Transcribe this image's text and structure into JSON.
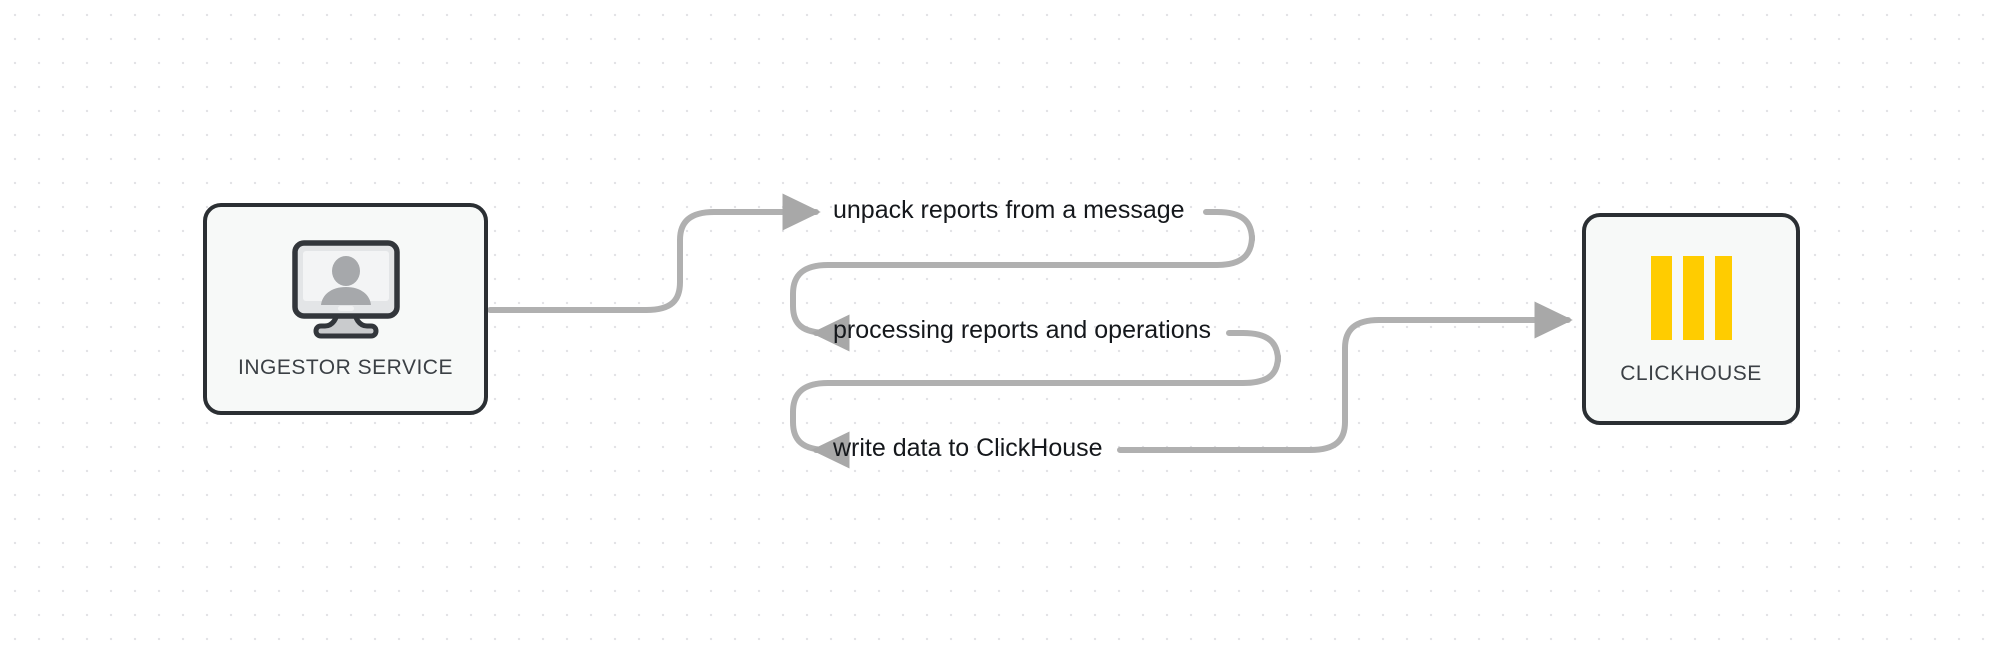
{
  "canvas": {
    "background_color": "#ffffff",
    "grid_dot_color": "#e3e3e6",
    "grid_spacing": "24"
  },
  "nodes": [
    {
      "id": "ingestor",
      "label": "INGESTOR SERVICE",
      "icon": "monitor-user-icon",
      "border_color": "#2b2f33",
      "fill_color": "#f7f9f8"
    },
    {
      "id": "clickhouse",
      "label": "CLICKHOUSE",
      "icon": "clickhouse-logo-icon",
      "accent_color": "#FFCC00",
      "border_color": "#2b2f33",
      "fill_color": "#f7f9f8"
    }
  ],
  "edges": {
    "stroke_color": "#b0b0b0",
    "arrow_color": "#a8a8a8",
    "labels": [
      "unpack reports from a message",
      "processing reports and operations",
      "write data to ClickHouse"
    ]
  }
}
